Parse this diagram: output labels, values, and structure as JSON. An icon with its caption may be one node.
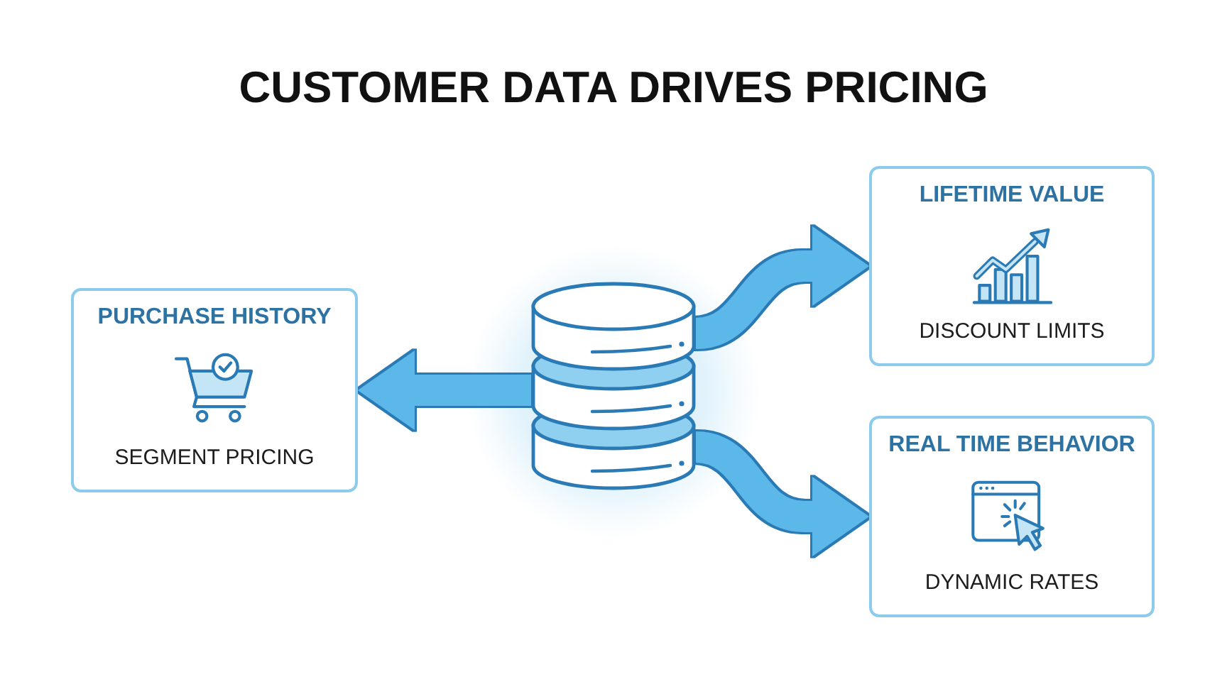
{
  "diagram": {
    "title": "CUSTOMER DATA DRIVES PRICING",
    "nodes": [
      {
        "text": [
          "PURCHASE HISTORY",
          "SEGMENT PRICING"
        ]
      },
      {
        "text": [],
        "shape": "cylinder"
      },
      {
        "text": [
          "LIFETIME VALUE",
          "DISCOUNT LIMITS"
        ]
      },
      {
        "text": [
          "REAL TIME BEHAVIOR",
          "DYNAMIC RATES"
        ]
      }
    ],
    "edges": [
      {
        "from": 1,
        "to": 0,
        "arrow": "to"
      },
      {
        "from": 1,
        "to": 2,
        "arrow": "to"
      },
      {
        "from": 1,
        "to": 3,
        "arrow": "to"
      }
    ]
  }
}
